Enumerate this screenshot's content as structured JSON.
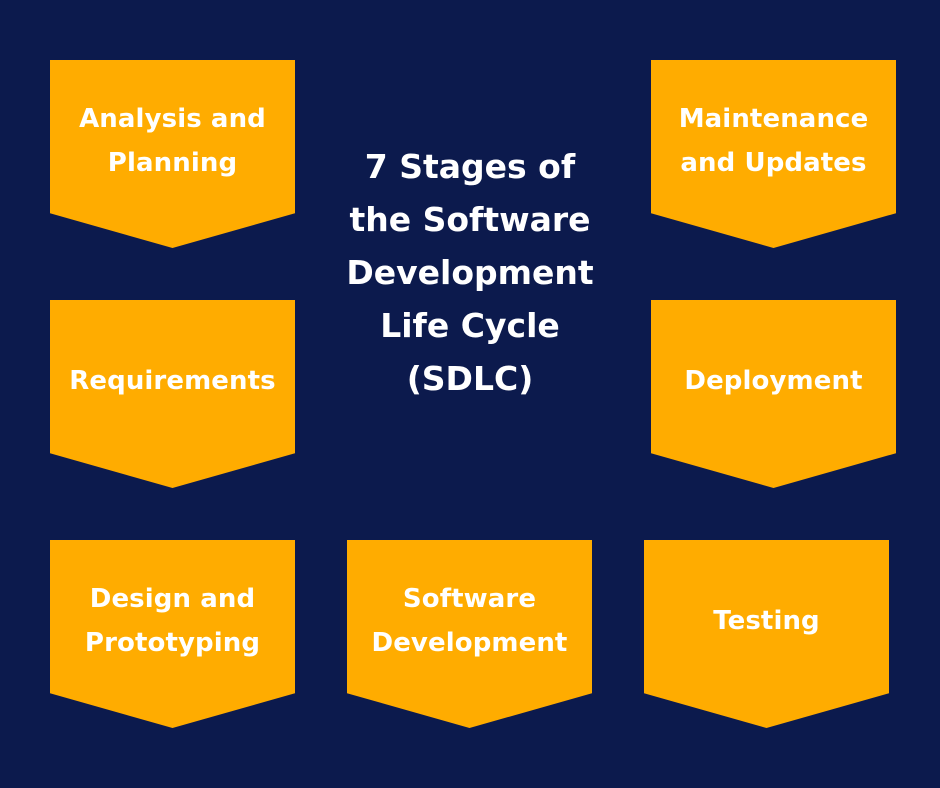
{
  "title_lines": [
    "7 Stages of",
    "the Software",
    "Development",
    "Life Cycle",
    "(SDLC)"
  ],
  "stages": {
    "analysis": [
      "Analysis and",
      "Planning"
    ],
    "maintenance": [
      "Maintenance",
      "and Updates"
    ],
    "requirements": [
      "Requirements"
    ],
    "deployment": [
      "Deployment"
    ],
    "design": [
      "Design and",
      "Prototyping"
    ],
    "software_development": [
      "Software",
      "Development"
    ],
    "testing": [
      "Testing"
    ]
  },
  "colors": {
    "background": "#0c1a4d",
    "stage_fill": "#ffac00",
    "text": "#ffffff"
  }
}
